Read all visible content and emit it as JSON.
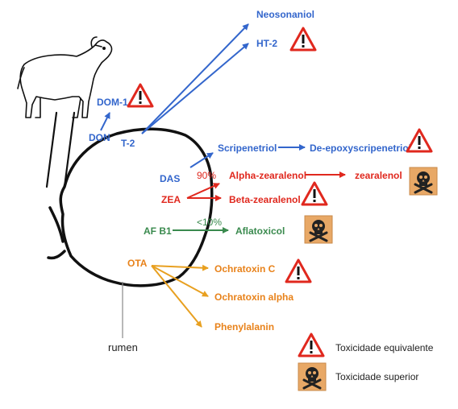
{
  "colors": {
    "blue": "#3366cc",
    "red": "#e0281e",
    "green": "#3a8a4e",
    "orange": "#e8821a",
    "warning_red": "#e0281e",
    "skull_bg": "#e8a866"
  },
  "labels": {
    "neosolaniol": "Neosonaniol",
    "ht2": "HT-2",
    "dom1": "DOM-1",
    "don": "DON",
    "t2": "T-2",
    "das": "DAS",
    "scripenetriol": "Scripenetriol",
    "de_epoxy": "De-epoxyscripenetriol",
    "zea": "ZEA",
    "pct90": "90%",
    "alpha_zearalenol": "Alpha-zearalenol",
    "zearalenol": "zearalenol",
    "beta_zearalenol": "Beta-zearalenol",
    "afb1": "AF B1",
    "pct10": "<10%",
    "aflatoxicol": "Aflatoxicol",
    "ota": "OTA",
    "ochratoxin_c": "Ochratoxin C",
    "ochratoxin_alpha": "Ochratoxin alpha",
    "phenylalanin": "Phenylalanin",
    "rumen": "rumen"
  },
  "legend": {
    "equivalent": "Toxicidade equivalente",
    "superior": "Toxicidade superior"
  },
  "icons": {
    "warning": "warning-triangle-icon",
    "skull": "skull-crossbones-icon",
    "cow": "cow-illustration"
  }
}
